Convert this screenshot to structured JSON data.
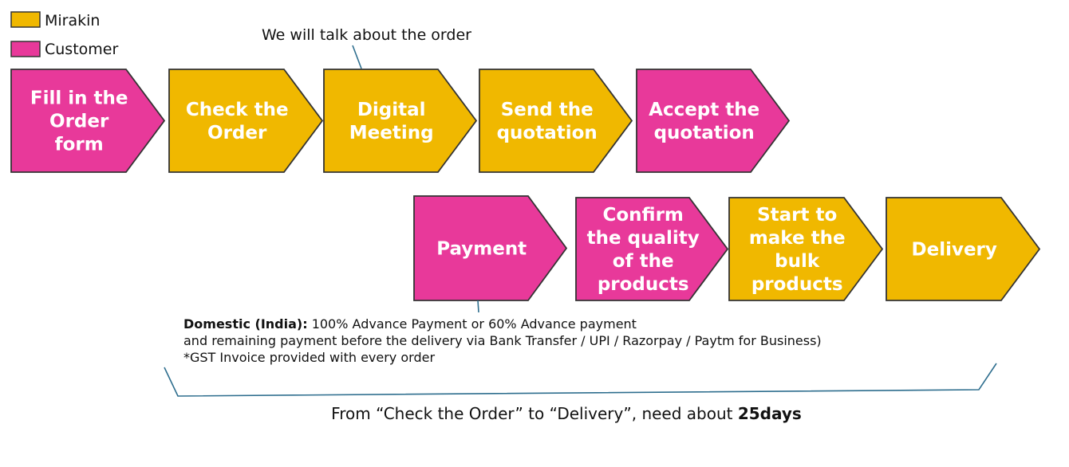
{
  "colors": {
    "mirakin": "#f0b800",
    "customer": "#e8399a",
    "outline": "#333333",
    "callout": "#2e6e8e"
  },
  "legend": [
    {
      "id": "mirakin",
      "label": "Mirakin",
      "color": "#f0b800"
    },
    {
      "id": "customer",
      "label": "Customer",
      "color": "#e8399a"
    }
  ],
  "steps": [
    {
      "id": "fill-order-form",
      "lines": [
        "Fill in the",
        "Order",
        "form"
      ],
      "actor": "customer"
    },
    {
      "id": "check-order",
      "lines": [
        "Check the",
        "Order"
      ],
      "actor": "mirakin"
    },
    {
      "id": "digital-meeting",
      "lines": [
        "Digital",
        "Meeting"
      ],
      "actor": "mirakin"
    },
    {
      "id": "send-quotation",
      "lines": [
        "Send the",
        "quotation"
      ],
      "actor": "mirakin"
    },
    {
      "id": "accept-quotation",
      "lines": [
        "Accept the",
        "quotation"
      ],
      "actor": "customer"
    },
    {
      "id": "payment",
      "lines": [
        "Payment"
      ],
      "actor": "customer"
    },
    {
      "id": "confirm-quality",
      "lines": [
        "Confirm",
        "the quality",
        "of the",
        "products"
      ],
      "actor": "customer"
    },
    {
      "id": "start-bulk",
      "lines": [
        "Start to",
        "make the",
        "bulk",
        "products"
      ],
      "actor": "mirakin"
    },
    {
      "id": "delivery",
      "lines": [
        "Delivery"
      ],
      "actor": "mirakin"
    }
  ],
  "meeting_note": "We will talk about the order",
  "payment_note": {
    "bold_part": "Domestic (India):",
    "line1_rest": " 100% Advance Payment or 60% Advance payment",
    "line2": "and remaining payment before the delivery via Bank Transfer / UPI / Razorpay / Paytm for Business)",
    "line3": "*GST Invoice provided with every order"
  },
  "summary": {
    "text": "From “Check the Order” to “Delivery”, need about ",
    "bold": "25days"
  }
}
